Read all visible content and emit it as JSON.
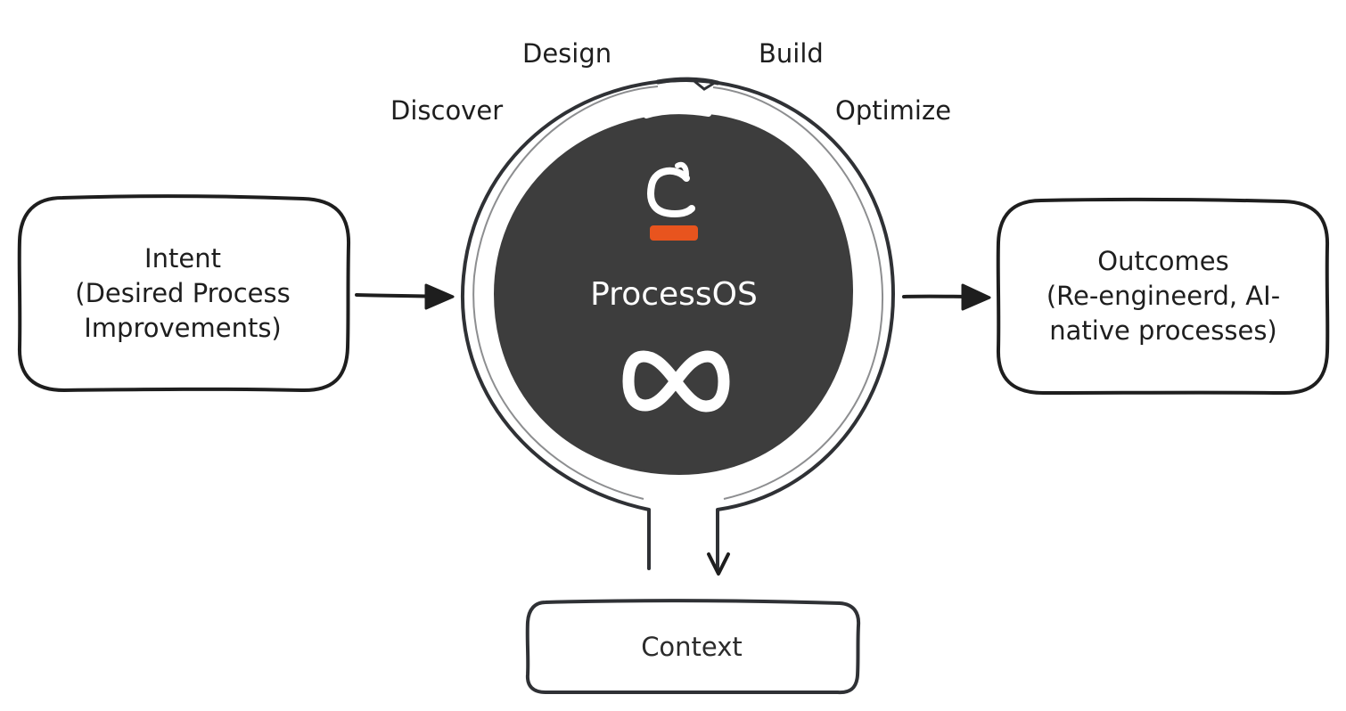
{
  "diagram": {
    "phases": {
      "discover": "Discover",
      "design": "Design",
      "build": "Build",
      "optimize": "Optimize"
    },
    "intent_box": {
      "line1": "Intent",
      "line2": "(Desired Process",
      "line3": "Improvements)"
    },
    "core": {
      "title": "ProcessOS",
      "logo_icon": "c-logo-icon",
      "loop_icon": "infinity-icon"
    },
    "outcomes_box": {
      "line1": "Outcomes",
      "line2": "(Re-engineerd, AI-",
      "line3": "native processes)"
    },
    "context_box": {
      "label": "Context"
    },
    "colors": {
      "stroke": "#1e1e1e",
      "core_fill": "#3d3d3d",
      "logo_accent": "#e8541e",
      "core_text": "#ffffff"
    }
  }
}
